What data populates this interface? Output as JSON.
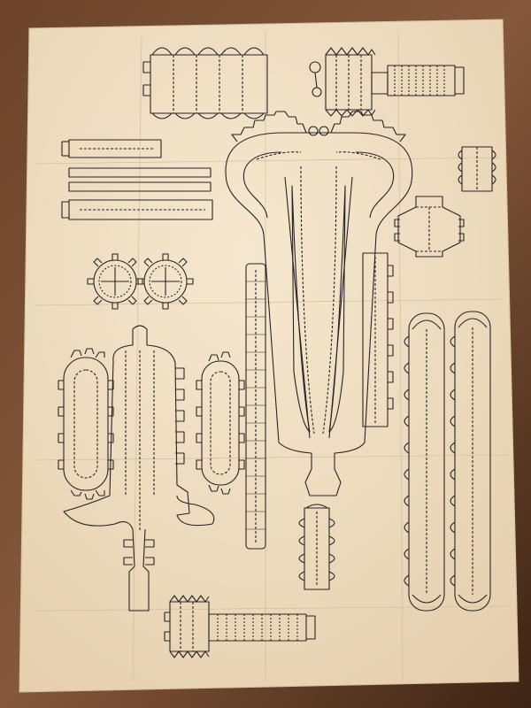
{
  "scene": {
    "subject": "paper-model-template-sheet",
    "colors": {
      "table_light": "#7a5134",
      "table_dark": "#3d2414",
      "paper": "#f1e2c8",
      "paper_edge": "#e2cfb0",
      "line": "#2a2228",
      "fold": "#4a4048"
    },
    "parts": [
      "left-gear-wheel",
      "right-gear-wheel",
      "upper-left-rolled-strip",
      "upper-left-long-strip-1",
      "upper-left-long-strip-2",
      "upper-left-rolled-strip-2",
      "top-scalloped-box-net",
      "top-right-serrated-cylinder",
      "top-right-threaded-rod",
      "center-large-body-panel",
      "center-tall-strip",
      "center-right-tall-box",
      "right-small-scalloped-box",
      "right-cross-net",
      "right-tall-track-1",
      "right-tall-track-2",
      "left-oval-track",
      "left-body-panel",
      "left-second-oval-track",
      "lower-scalloped-cylinder",
      "bottom-serrated-cylinder",
      "bottom-threaded-rod"
    ]
  }
}
